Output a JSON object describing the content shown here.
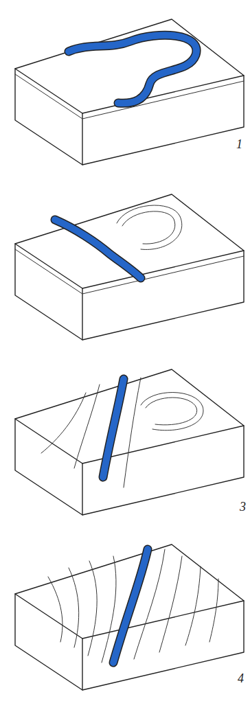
{
  "diagram": {
    "labels": [
      "1",
      "3",
      "4"
    ]
  }
}
